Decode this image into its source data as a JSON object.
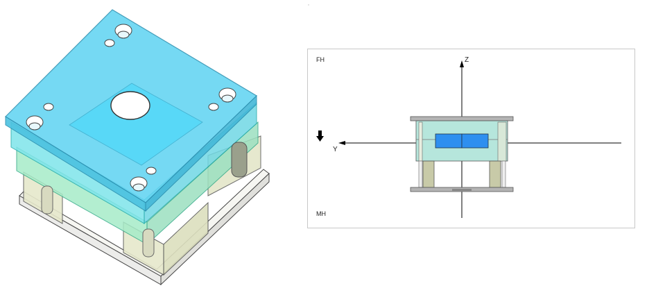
{
  "iso_view": {
    "colors": {
      "top_plate": "#5ad2f0",
      "top_plate_edge": "#2a9fc0",
      "cavity_plate": "#6fe0e8",
      "core_plate": "#9fe8c4",
      "support": "#e4e8c8",
      "bottom_plate": "#f4f4f0",
      "outline": "#444444"
    }
  },
  "ortho_view": {
    "labels": {
      "fh": "FH",
      "mh": "MH",
      "z_axis": "Z",
      "y_axis": "Y"
    },
    "colors": {
      "frame": "#c8c8c8",
      "axis": "#000000",
      "plate_gray": "#b4b4b4",
      "cavity_fill": "#b8e8e0",
      "core_fill": "#2e8fef",
      "pillar_fill": "#c8caa8"
    }
  }
}
